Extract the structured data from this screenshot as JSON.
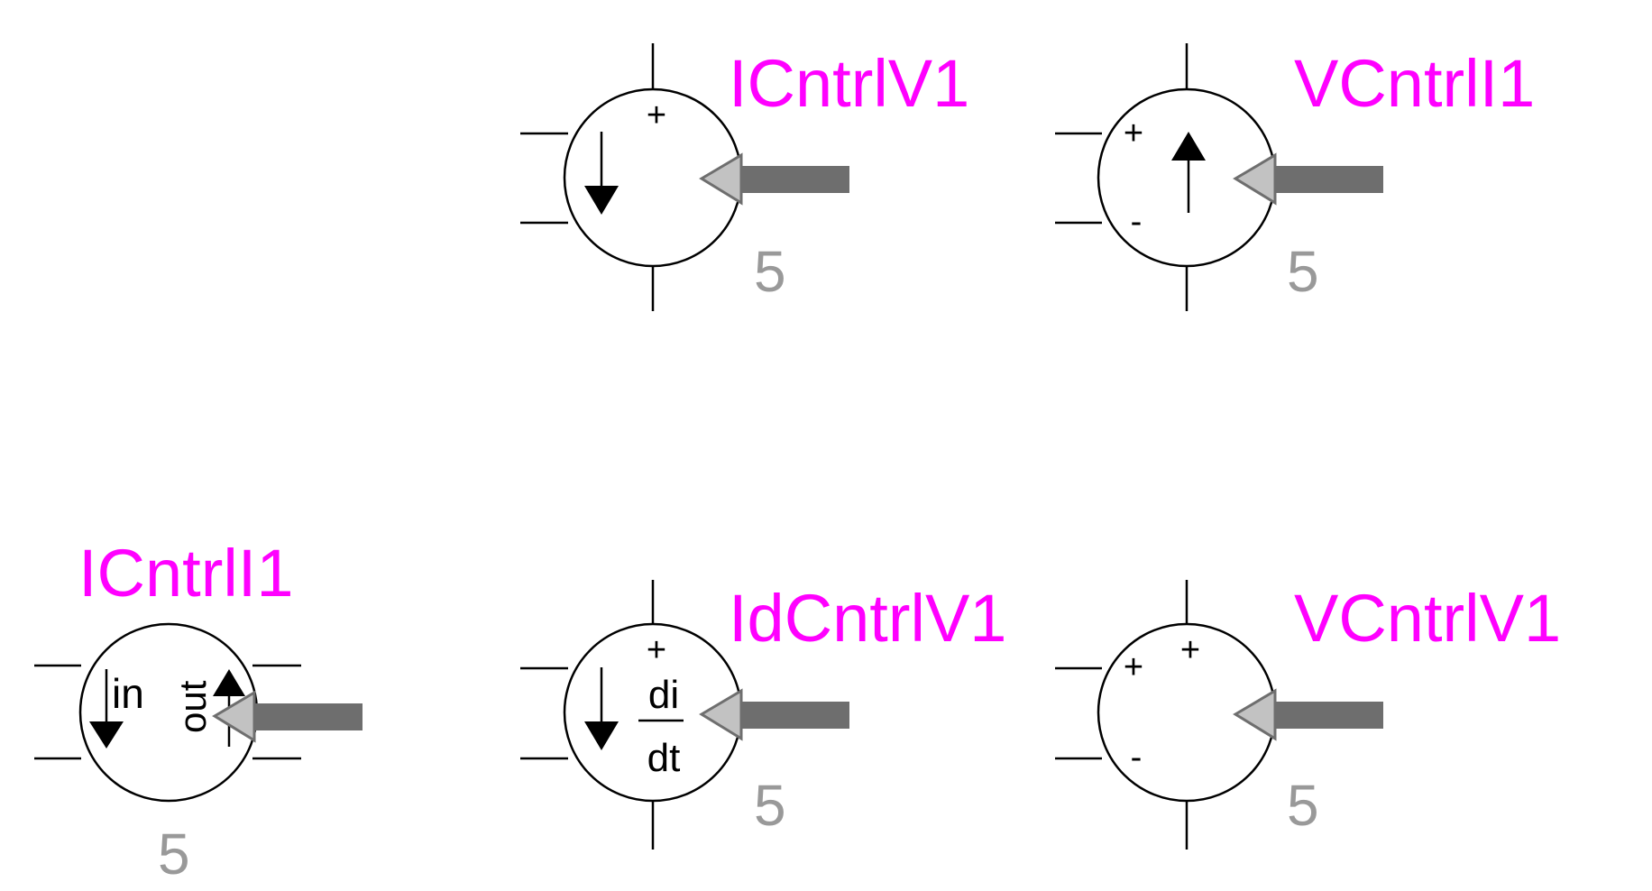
{
  "colors": {
    "component_name": "#ff00ff",
    "component_value": "#999999",
    "symbol_stroke": "#000000",
    "selection_pointer": "#6e6e6e"
  },
  "components": {
    "icntrlv1": {
      "name": "ICntrlV1",
      "value": "5",
      "plus": "+"
    },
    "vcntrli1": {
      "name": "VCntrlI1",
      "value": "5",
      "plus": "+",
      "minus": "-"
    },
    "icntrli1": {
      "name": "ICntrlI1",
      "value": "5",
      "in_label": "in",
      "out_label": "out"
    },
    "idcntrlv1": {
      "name": "IdCntrlV1",
      "value": "5",
      "plus": "+",
      "numerator": "di",
      "denominator": "dt"
    },
    "vcntrlv1": {
      "name": "VCntrlV1",
      "value": "5",
      "plus_left": "+",
      "plus_top": "+",
      "minus": "-"
    }
  }
}
